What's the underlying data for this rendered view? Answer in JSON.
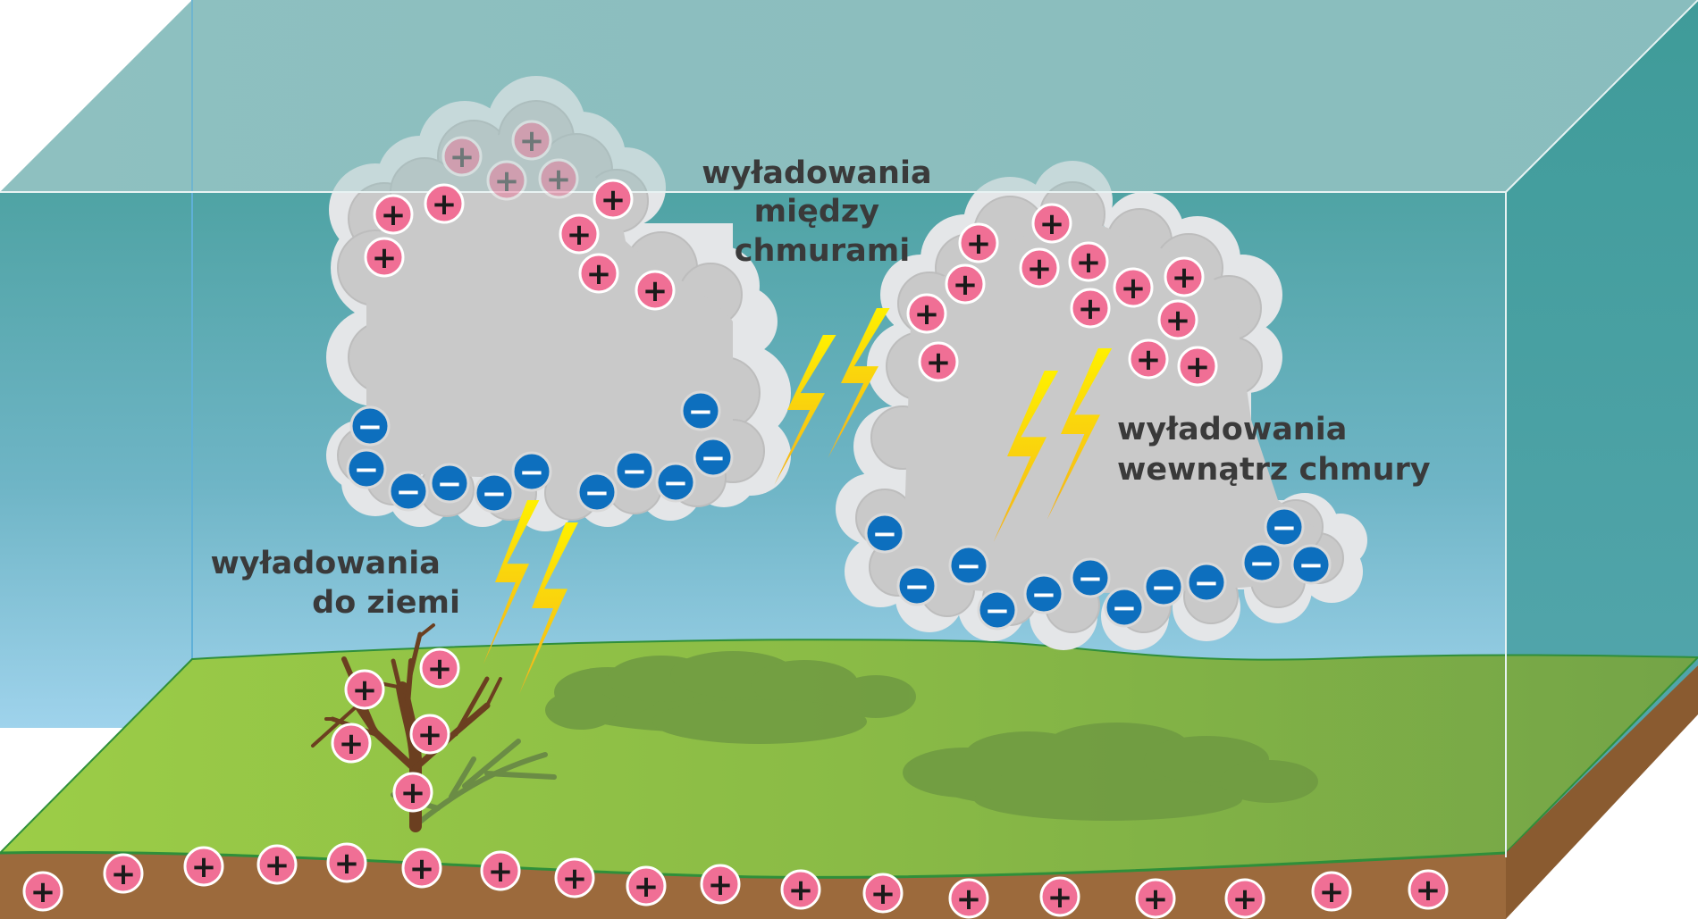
{
  "labels": {
    "between_clouds": [
      "wyładowania",
      "między",
      "chmurami"
    ],
    "inside_cloud": [
      "wyładowania",
      "wewnątrz chmury"
    ],
    "to_ground": [
      "wyładowania",
      "do ziemi"
    ]
  },
  "charges": {
    "positive_symbol": "+",
    "negative_symbol": "−"
  },
  "colors": {
    "positive_charge": "#f06f95",
    "negative_charge": "#0d6fbe",
    "lightning": "#f8d21c",
    "cloud": "#c9c9c9",
    "ground_grass": "#8cbd45",
    "soil": "#9c6a3c",
    "sky": "#62adbd"
  },
  "icons": [
    "cloud-icon",
    "lightning-bolt-icon",
    "tree-icon",
    "positive-charge-icon",
    "negative-charge-icon"
  ]
}
